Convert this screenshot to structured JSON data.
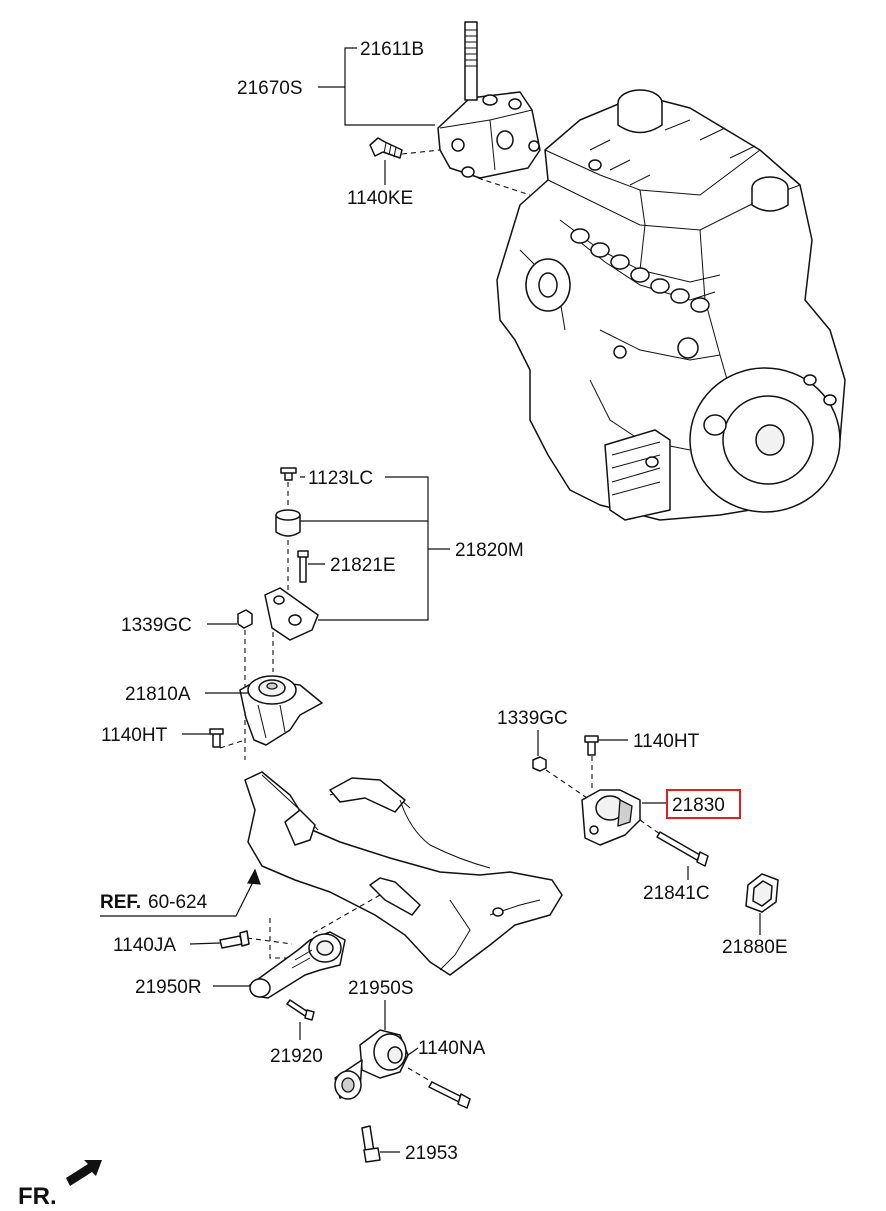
{
  "labels": {
    "p21611B": "21611B",
    "p21670S": "21670S",
    "p1140KE": "1140KE",
    "p1123LC": "1123LC",
    "p21820M": "21820M",
    "p21821E": "21821E",
    "p1339GC_left": "1339GC",
    "p21810A": "21810A",
    "p1140HT_left": "1140HT",
    "p1339GC_right": "1339GC",
    "p1140HT_right": "1140HT",
    "p21830": "21830",
    "p21841C": "21841C",
    "p21880E": "21880E",
    "ref_prefix": "REF.",
    "ref_value": "60-624",
    "p1140JA": "1140JA",
    "p21950R": "21950R",
    "p21950S": "21950S",
    "p1140NA": "1140NA",
    "p21920": "21920",
    "p21953": "21953",
    "fr": "FR."
  },
  "highlight_color": "#e02020"
}
